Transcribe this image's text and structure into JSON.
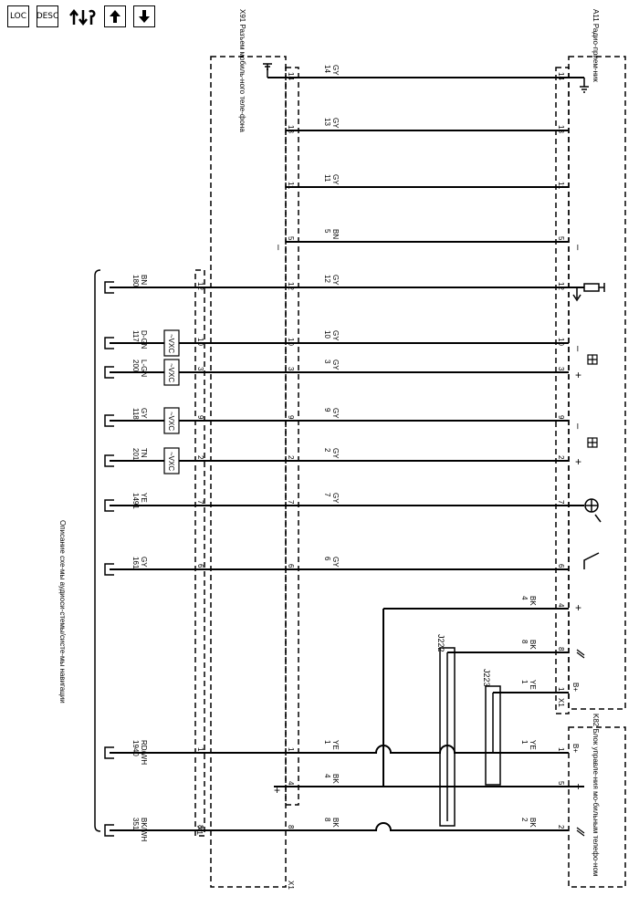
{
  "toolbar": {
    "loc_label": "LOC",
    "desc_label": "DESC",
    "tool_icon": "wrench-arrows-icon",
    "up_icon": "arrow-up-icon",
    "down_icon": "arrow-down-icon"
  },
  "diagram": {
    "x91_title": "X91 Разъем мобиль-ного теле-фона",
    "a11_title": "A11 Радио-прием-ник",
    "k82_title": "K82 Блок управле-ния мо-бильным телефо-ном",
    "system_ref": "Описание схе-мы аудиоси-стемы/систе-мы навигации",
    "connector_x1": "X1",
    "option_vxc": "~VXC",
    "b_plus": "B+",
    "splice_j222": "J222",
    "splice_j223": "J223",
    "wires": [
      {
        "id": "w14",
        "pin": "14",
        "circuit": "",
        "color": "GY",
        "rpin": "14"
      },
      {
        "id": "w13",
        "pin": "13",
        "circuit": "",
        "color": "GY",
        "rpin": "13"
      },
      {
        "id": "w11",
        "pin": "11",
        "circuit": "",
        "color": "GY",
        "rpin": "11"
      },
      {
        "id": "w5",
        "pin": "5",
        "circuit": "",
        "color": "BN",
        "rpin": "5"
      },
      {
        "id": "w12",
        "pin": "12",
        "circuit": "180",
        "color": "BN",
        "mid_color": "GY",
        "rpin": "12"
      },
      {
        "id": "w10",
        "pin": "10",
        "circuit": "117",
        "color": "D-GN",
        "mid_color": "GY",
        "rpin": "10"
      },
      {
        "id": "w3",
        "pin": "3",
        "circuit": "200",
        "color": "L-GN",
        "mid_color": "GY",
        "rpin": "3"
      },
      {
        "id": "w9",
        "pin": "9",
        "circuit": "118",
        "color": "GY",
        "mid_color": "GY",
        "rpin": "9"
      },
      {
        "id": "w2",
        "pin": "2",
        "circuit": "201",
        "color": "TN",
        "mid_color": "GY",
        "rpin": "2"
      },
      {
        "id": "w7",
        "pin": "7",
        "circuit": "1491",
        "color": "YE",
        "mid_color": "GY",
        "rpin": "7"
      },
      {
        "id": "w6",
        "pin": "6",
        "circuit": "161",
        "color": "GY",
        "mid_color": "GY",
        "rpin": "6"
      },
      {
        "id": "a4",
        "pin": "4",
        "circuit": "",
        "color": "BK",
        "rpin": "4"
      },
      {
        "id": "a8",
        "pin": "8",
        "circuit": "",
        "color": "BK",
        "rpin": "8"
      },
      {
        "id": "a1",
        "pin": "1",
        "circuit": "",
        "color": "YE",
        "rpin": "1"
      },
      {
        "id": "k1",
        "pin": "1",
        "circuit": "1940",
        "color": "RD/WH",
        "mid_color": "YE",
        "right_color": "YE",
        "rpin": "1"
      },
      {
        "id": "k8",
        "pin": "8",
        "circuit": "351",
        "color": "BK/WH",
        "mid_color": "BK",
        "right_color": "BK",
        "rpin": "2"
      },
      {
        "id": "k4",
        "pin": "4",
        "circuit": "",
        "color": "BK",
        "rpin": "5"
      }
    ],
    "plus_sign": "+",
    "minus_sign": "–"
  }
}
